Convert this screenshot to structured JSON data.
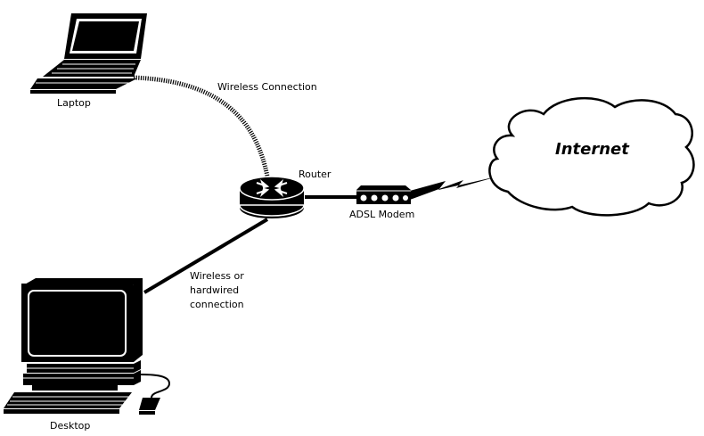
{
  "labels": {
    "laptop": "Laptop",
    "wireless_connection": "Wireless Connection",
    "router": "Router",
    "adsl_modem": "ADSL Modem",
    "internet": "Internet",
    "wireless_or_hardwired_line1": "Wireless or",
    "wireless_or_hardwired_line2": "hardwired",
    "wireless_or_hardwired_line3": "connection",
    "desktop": "Desktop"
  },
  "colors": {
    "stroke": "#000000",
    "background": "#ffffff"
  }
}
